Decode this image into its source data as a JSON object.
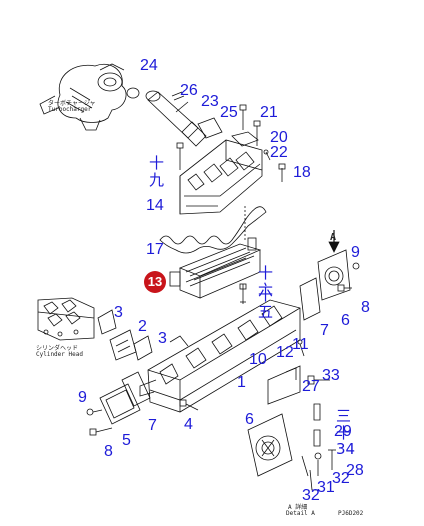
{
  "labels": {
    "turbocharger_jp": "ターボチャージャ",
    "turbocharger_en": "Turbocharger",
    "cylinder_head_jp": "シリンダヘッド",
    "cylinder_head_en": "Cylinder Head",
    "detail_jp": "A 詳細",
    "detail_en": "Detail A",
    "arrow_label": "A",
    "drawing_code": "PJ6D202"
  },
  "callouts": {
    "c24": "24",
    "c26": "26",
    "c23": "23",
    "c25": "25",
    "c21": "21",
    "c20": "20",
    "c22": "22",
    "c18": "18",
    "c19": "十九",
    "c14": "14",
    "c17": "17",
    "c13": "13",
    "c16": "十六",
    "c15": "十五",
    "c9a": "9",
    "c6a": "6",
    "c8a": "8",
    "c7a": "7",
    "c3a": "3",
    "c2": "2",
    "c3b": "3",
    "c11": "11",
    "c12": "12",
    "c10": "10",
    "c1": "1",
    "c33": "33",
    "c27": "27",
    "c9b": "9",
    "c7b": "7",
    "c4": "4",
    "c5": "5",
    "c8b": "8",
    "c6b": "6",
    "c30": "三十",
    "c29": "29",
    "c34": "34",
    "c32a": "32",
    "c28": "28",
    "c31": "31",
    "c32b": "32"
  }
}
